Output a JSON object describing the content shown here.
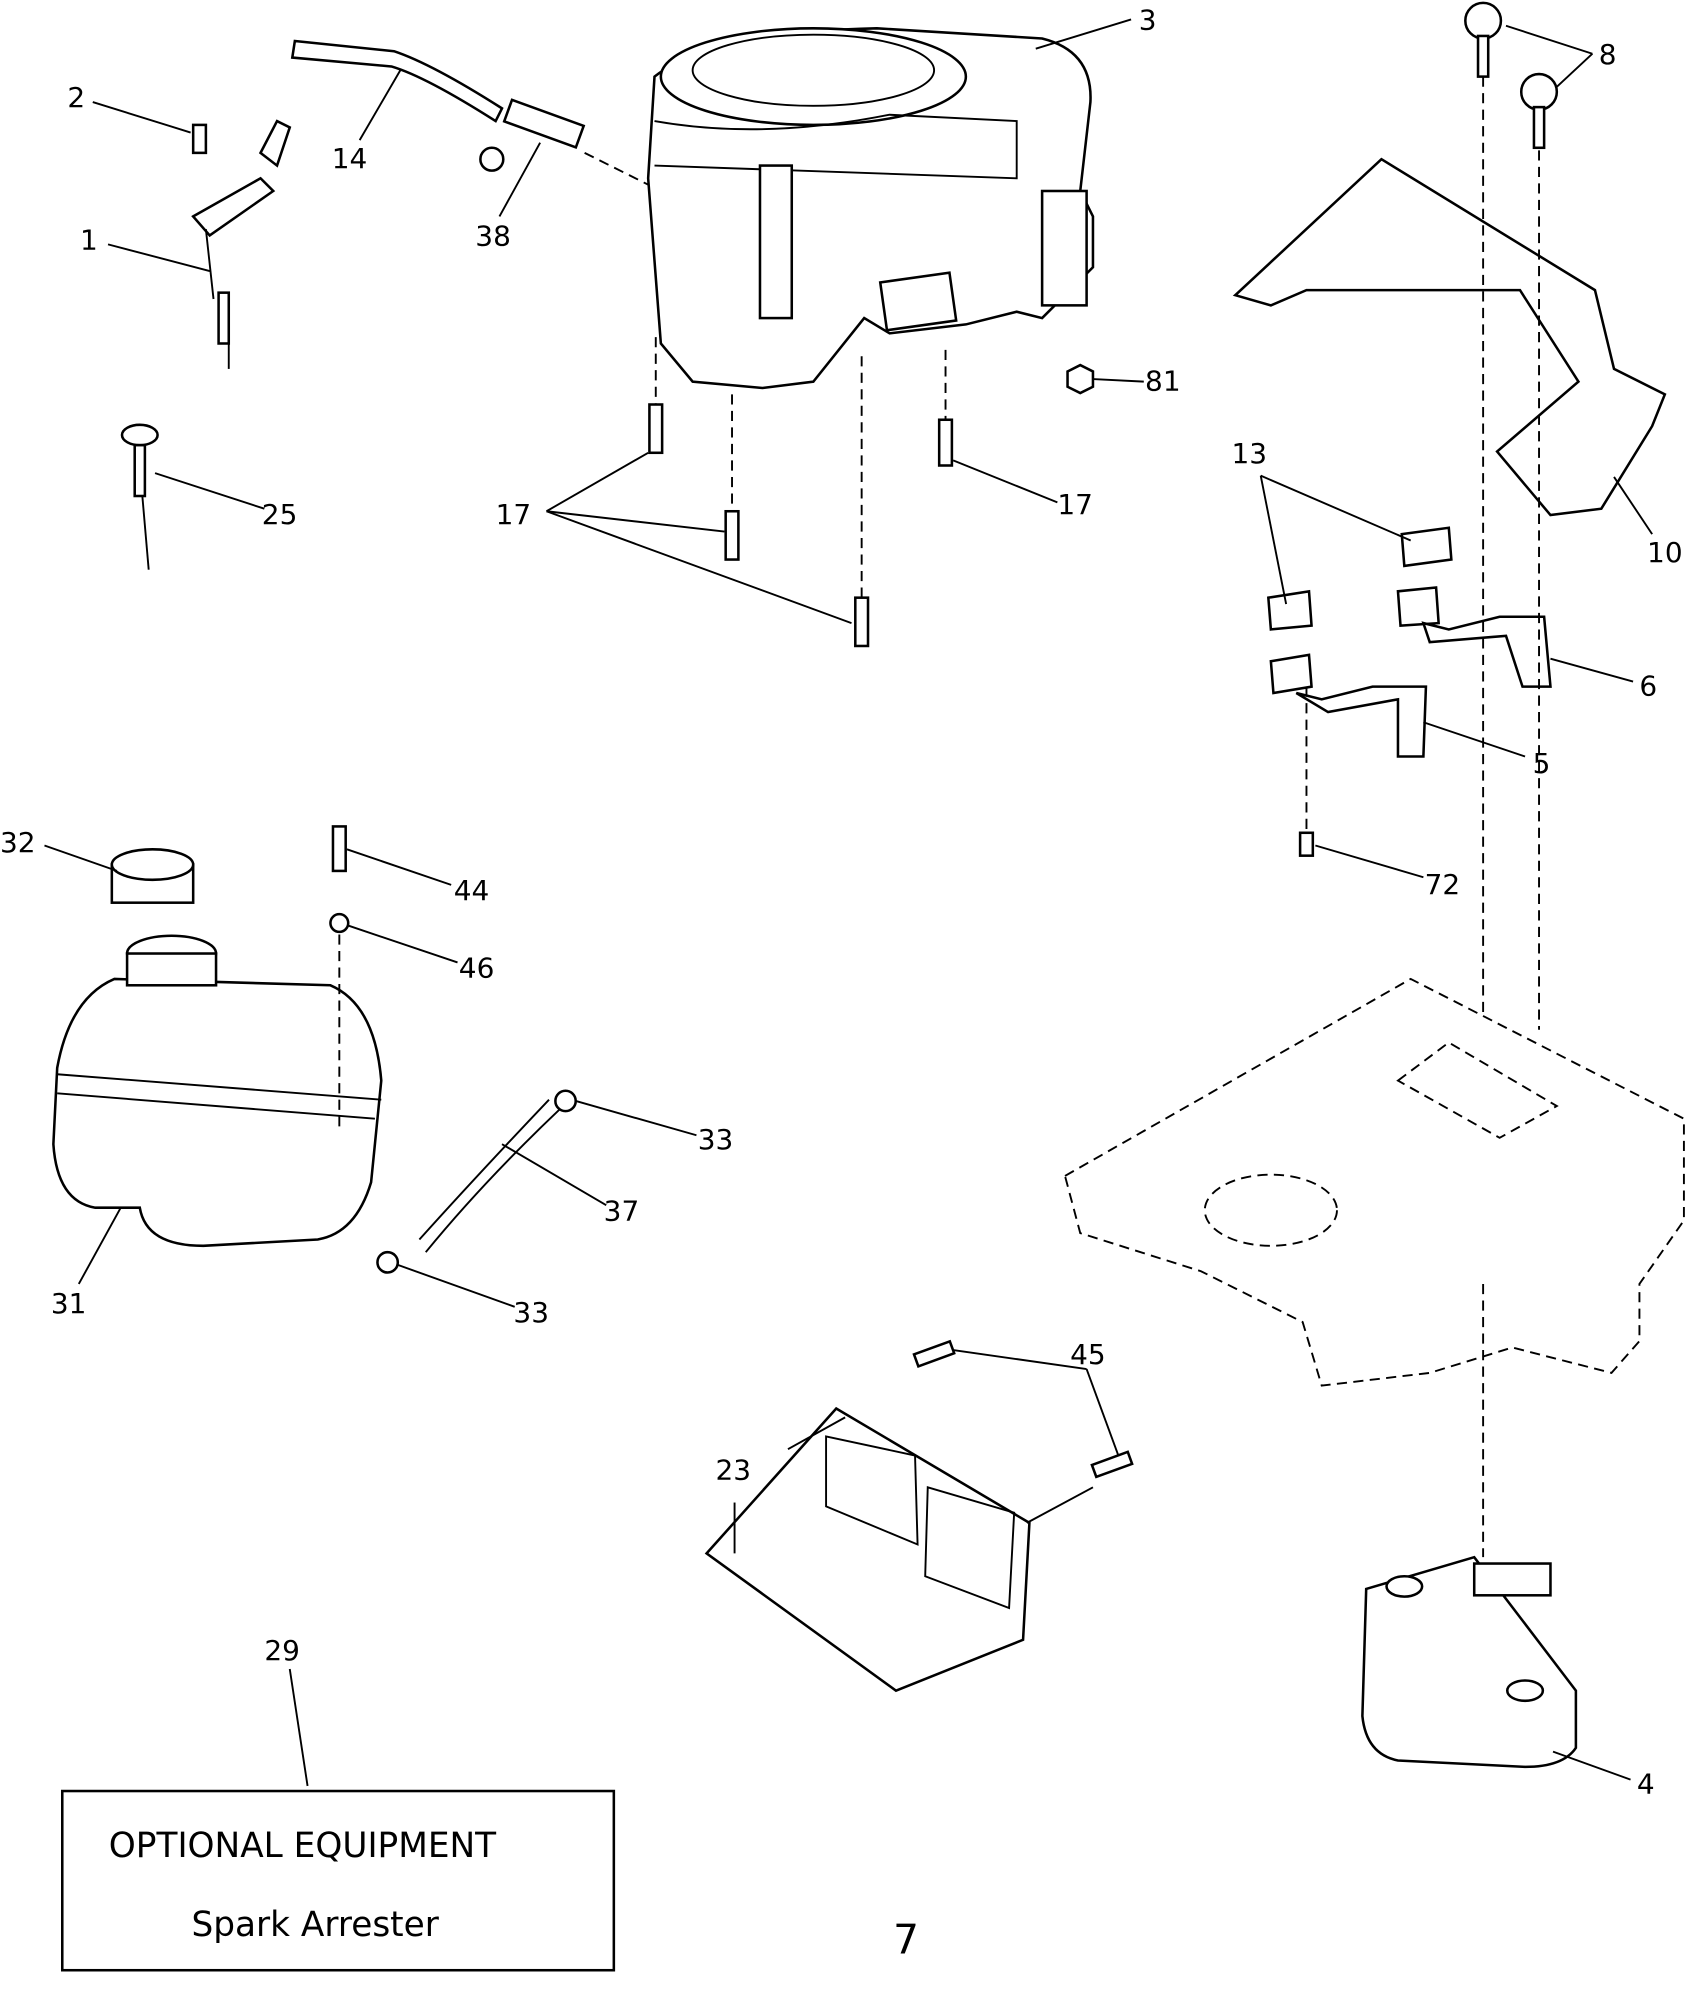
{
  "callouts": {
    "c3": "3",
    "c8": "8",
    "c2": "2",
    "c14": "14",
    "c38": "38",
    "c1": "1",
    "c81": "81",
    "c13": "13",
    "c25": "25",
    "c17a": "17",
    "c17b": "17",
    "c10": "10",
    "c6": "6",
    "c5": "5",
    "c32": "32",
    "c44": "44",
    "c72": "72",
    "c46": "46",
    "c33a": "33",
    "c37": "37",
    "c31": "31",
    "c33b": "33",
    "c45": "45",
    "c23": "23",
    "c29": "29",
    "c4": "4"
  },
  "optional_box": {
    "title": "OPTIONAL EQUIPMENT",
    "item": "Spark Arrester"
  },
  "page_number": "7"
}
